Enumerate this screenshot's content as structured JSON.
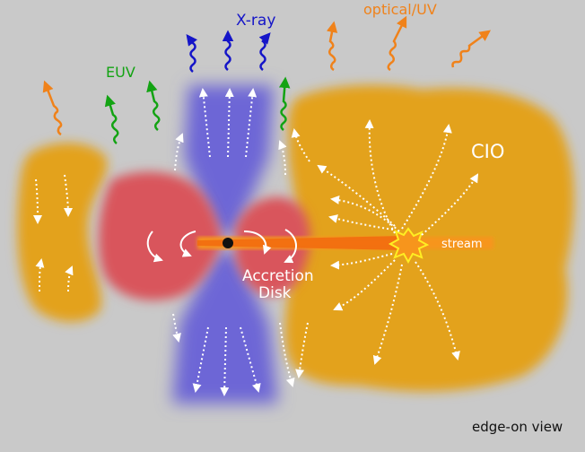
{
  "labels": {
    "xray": "X-ray",
    "optical": "optical/UV",
    "euv": "EUV",
    "cio": "CIO",
    "stream": "stream",
    "accretion_line1": "Accretion",
    "accretion_line2": "Disk",
    "view": "edge-on view"
  },
  "colors": {
    "background": "#c9c9c9",
    "cio": "#e3a21f",
    "disk": "#d9545c",
    "funnel": "#6d66d6",
    "xray": "#1515c8",
    "euv": "#13a313",
    "optical": "#f0821a",
    "stream": "#f26b10",
    "flow_arrows": "#ffffff",
    "shock": "#ffee22",
    "black_hole": "#111111"
  }
}
